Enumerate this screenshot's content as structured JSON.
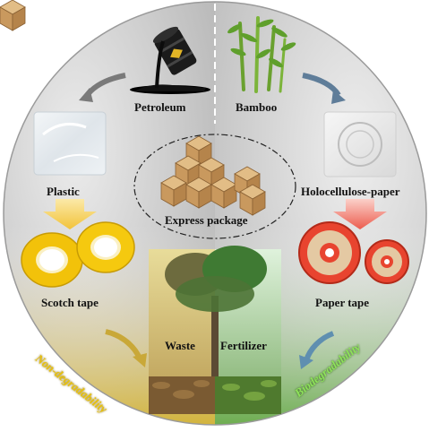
{
  "labels": {
    "petroleum": "Petroleum",
    "bamboo": "Bamboo",
    "plastic": "Plastic",
    "holocellulose_paper": "Holocellulose-paper",
    "express_package": "Express package",
    "scotch_tape": "Scotch tape",
    "paper_tape": "Paper tape",
    "waste": "Waste",
    "fertilizer": "Fertilizer",
    "non_degradability": "Non-degradability",
    "biodegradability": "Biodegradability"
  },
  "colors": {
    "left_bg": "#bcbcbc",
    "right_bg": "#c9c9c9",
    "green_gradient": "#6fb24a",
    "yellow_gradient": "#d8b21e",
    "scotch_tape": "#f2c20a",
    "paper_tape": "#e8442f",
    "non_degradability_text": "#e8c10e",
    "biodegradability_text": "#8ee25a"
  }
}
